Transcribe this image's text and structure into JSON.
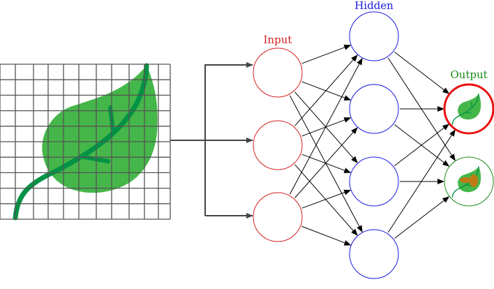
{
  "labels": {
    "input": "Input",
    "hidden": "Hidden",
    "output": "Output"
  },
  "colors": {
    "input": "#d42020",
    "hidden": "#1a1ae0",
    "output": "#1a8a1a",
    "selected": "#e81010",
    "leaf": "#45b649",
    "vein": "#009245",
    "spot": "#c07a14"
  },
  "network": {
    "input_nodes": 3,
    "hidden_nodes": 4,
    "output_nodes": 2,
    "selected_output": 0
  }
}
